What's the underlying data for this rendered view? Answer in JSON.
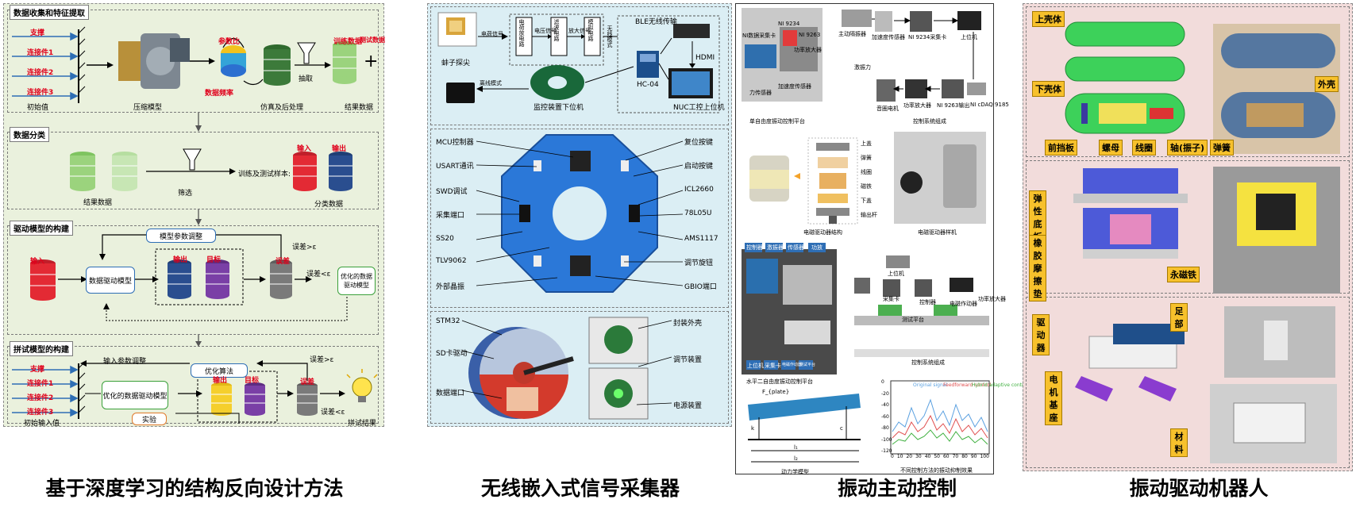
{
  "captions": {
    "p1": "基于深度学习的结构反向设计方法",
    "p2": "无线嵌入式信号采集器",
    "p3": "振动主动控制",
    "p4": "振动驱动机器人"
  },
  "panel1": {
    "s1": {
      "title": "数据收集和特征提取",
      "inputs": [
        "支撑",
        "连接件1",
        "连接件2",
        "连接件3"
      ],
      "init_label": "初始值",
      "model_label": "压缩模型",
      "param_label": "参数比",
      "freq_label": "数据频率",
      "sim_label": "仿真及后处理",
      "extract_label": "抽取",
      "train_label": "训练数据",
      "test_label": "测试数据",
      "result_label": "结果数据"
    },
    "s2": {
      "title": "数据分类",
      "result_label": "结果数据",
      "filter_label": "筛选",
      "sample_label": "训练及测试样本:",
      "in_label": "输入",
      "out_label": "输出",
      "class_label": "分类数据"
    },
    "s3": {
      "title": "驱动模型的构建",
      "adjust_label": "模型参数调整",
      "input_label": "输入",
      "net_label": "数据驱动模型",
      "out_label": "输出",
      "target_label": "目标",
      "err_label": "误差",
      "cond1": "误差>ε",
      "cond2": "误差<ε",
      "opt_label": "优化的数据驱动模型"
    },
    "s4": {
      "title": "拼试模型的构建",
      "inputs": [
        "支撑",
        "连接件1",
        "连接件2",
        "连接件3"
      ],
      "init_label": "初始输入值",
      "adjust_label": "输入参数调整",
      "algo_label": "优化算法",
      "opt_label": "优化的数据驱动模型",
      "exp_label": "实验",
      "out_label": "输出",
      "target_label": "目标",
      "err_label": "误差",
      "cond1": "误差>ε",
      "cond2": "误差<ε",
      "result_label": "拼试结果"
    }
  },
  "panel2": {
    "top": {
      "sensor_label": "蚌子探尖",
      "signal_label": "电荷信号",
      "blocks": [
        "电荷放电路",
        "电压信号",
        "滤波电路",
        "放大信号",
        "模拟电路"
      ],
      "wireless_label": "无线模式",
      "bt_label": "BLE无线传输",
      "hc_label": "HC-04",
      "hdmi_label": "HDMI",
      "pc_label": "NUC工控上位机",
      "sd_label": "离线模式",
      "board_label": "监控装置下位机"
    },
    "mid": {
      "left": [
        "MCU控制器",
        "USART通讯",
        "SWD调试",
        "采集端口",
        "SS20",
        "TLV9062",
        "外部晶振"
      ],
      "right": [
        "复位按键",
        "启动按键",
        "ICL2660",
        "78L05U",
        "AMS1117",
        "调节旋钮",
        "GBIO端口"
      ]
    },
    "bot": {
      "left": [
        "STM32",
        "SD卡驱动",
        "数据端口"
      ],
      "right": [
        "封装外壳",
        "调节装置",
        "电源装置"
      ]
    }
  },
  "panel3": {
    "platform1_label": "单自由度振动控制平台",
    "platform1_items": [
      "NI数据采集卡",
      "NI 9234",
      "NI 9263",
      "功率放大器",
      "力传感器",
      "加速度传感器"
    ],
    "flow_top": [
      "主动隔振器",
      "加速度传感器",
      "NI 9234采集卡",
      "上位机"
    ],
    "flow_bot": [
      "音圈电机",
      "功率放大器",
      "NI 9263输出",
      "NI cDAQ 9185"
    ],
    "excite_label": "激振力",
    "ctrl_label": "控制系统组成",
    "actuator_label": "电磁驱动器结构",
    "actuator_parts": [
      "上盖",
      "弹簧",
      "线圈",
      "磁铁",
      "下盖",
      "输出杆"
    ],
    "prototype_label": "电磁驱动器样机",
    "platform2_label": "水平二自由度振动控制平台",
    "platform2_tags": [
      "控制器",
      "激振器",
      "传感器",
      "功放",
      "上位机",
      "采集卡",
      "电磁作动器",
      "测试平台"
    ],
    "ctrl2_label": "控制系统组成",
    "ctrl2_items": [
      "上位机",
      "采集卡",
      "控制器",
      "电磁作动器",
      "测试平台",
      "功率放大器"
    ],
    "dyn_label": "动力学模型",
    "dyn_marks": [
      "F_{plate}",
      "k",
      "c",
      "l₁",
      "l₂"
    ],
    "spec_legend": [
      "Original signal",
      "Feedforward control",
      "Hybrid adaptive control"
    ],
    "spec_label": "不同控制方法的振动抑制效果",
    "spec_ticks_x": [
      "0",
      "10",
      "20",
      "30",
      "40",
      "50",
      "60",
      "70",
      "80",
      "90",
      "100"
    ],
    "spec_ticks_y": [
      "0",
      "-20",
      "-40",
      "-60",
      "-80",
      "-100",
      "-120"
    ]
  },
  "panel4": {
    "r1_labels": [
      "上壳体",
      "下壳体",
      "前挡板",
      "螺母",
      "线圈",
      "轴(振子)",
      "弹簧",
      "外壳"
    ],
    "r2_labels": [
      "弹性底板",
      "橡胶摩擦垫",
      "永磁铁"
    ],
    "r3_labels": [
      "驱动器",
      "足部",
      "电机基座",
      "材料"
    ]
  },
  "colors": {
    "p1_bg": "#eaf1dd",
    "p2_bg": "#dbeef4",
    "p4_bg": "#f2dcdb",
    "green_cyl": "#9bd37d",
    "dark_green": "#3c7a3a",
    "red_cyl": "#e32a34",
    "blue_cyl": "#2a4e8f",
    "purple_cyl": "#7a3fa6",
    "gray_cyl": "#7a7a7a",
    "yellow_cyl": "#f5cf2c",
    "label_yellow": "#f7c12c",
    "robot_green": "#3dd15a"
  }
}
